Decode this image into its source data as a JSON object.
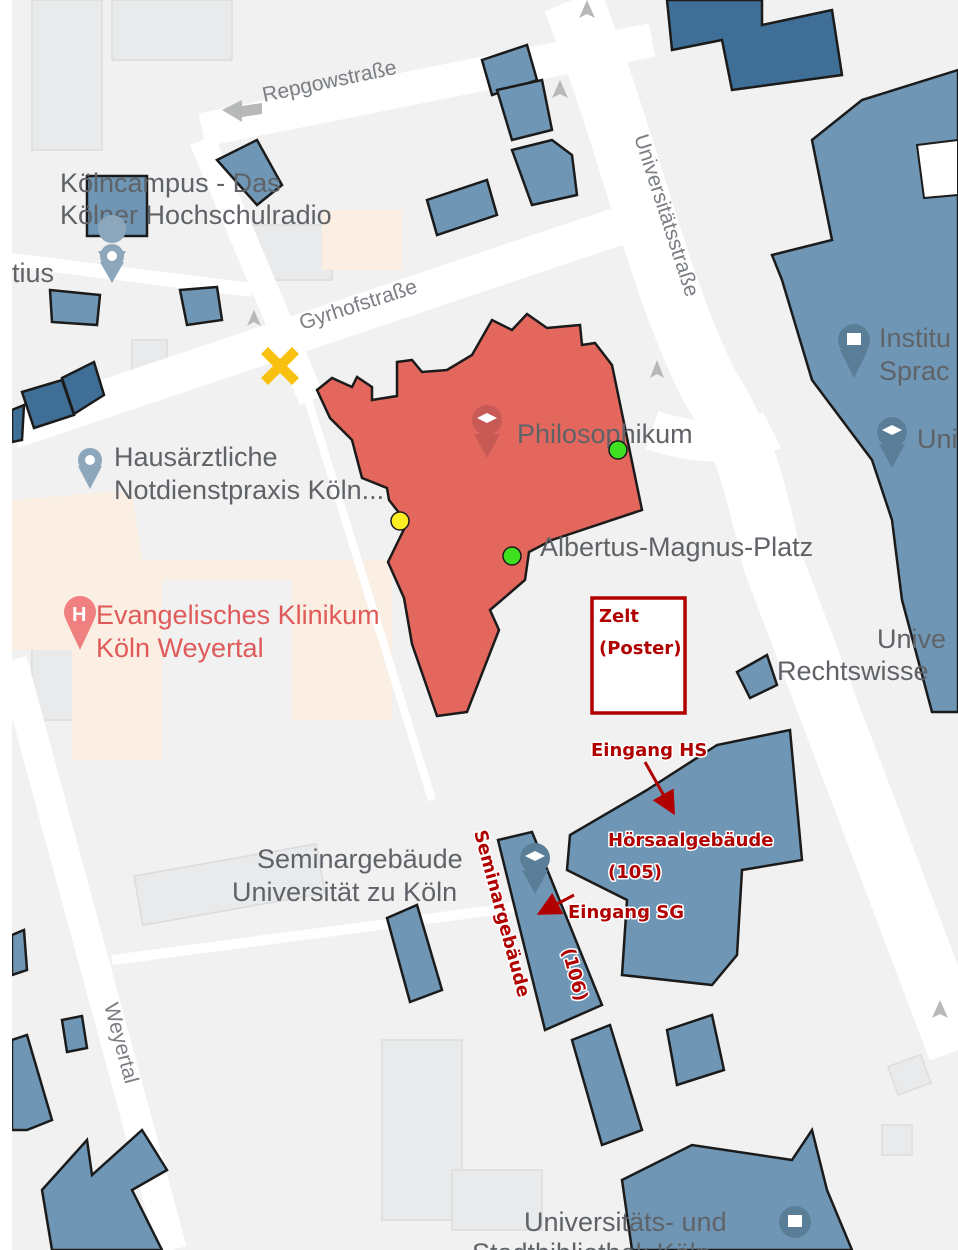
{
  "streets": {
    "repgow": "Repgowstraße",
    "gyrhof": "Gyrhofstraße",
    "universitaet": "Universitätsstraße",
    "weyertal": "Weyertal"
  },
  "places": {
    "koelncampus_1": "Kölncampus - Das",
    "koelncampus_2": "Kölner Hochschulradio",
    "tius": "tius",
    "philosophikum": "Philosophikum",
    "hausarzt_1": "Hausärztliche",
    "hausarzt_2": "Notdienstpraxis Köln...",
    "albertus": "Albertus-Magnus-Platz",
    "klinikum_1": "Evangelisches Klinikum",
    "klinikum_2": "Köln Weyertal",
    "institut_1": "Institu",
    "institut_2": "Sprac",
    "uni": "Uni",
    "rechts_1": "Unive",
    "rechts_2": "Rechtswisse",
    "seminar_1": "Seminargebäude",
    "seminar_2": "Universität zu Köln",
    "ub_1": "Universitäts- und",
    "ub_2": "Stadtbibliothek Köln"
  },
  "annotations": {
    "zelt_1": "Zelt",
    "zelt_2": "(Poster)",
    "eingang_hs": "Eingang HS",
    "hoersaal_1": "Hörsaalgebäude",
    "hoersaal_2": "(105)",
    "eingang_sg": "Eingang SG",
    "seminar_vertical": "Seminargebäude",
    "seminar_num": "(106)"
  },
  "colors": {
    "highlight_building": "#e3675d",
    "building": "#6f97b5",
    "annotation": "#b00000",
    "marker_start": "#f9c10f",
    "entrance_green": "#3fe01f",
    "entrance_yellow": "#ffee22"
  },
  "icons": {
    "start": "x-marker-icon",
    "pin": "map-pin-icon",
    "university": "graduation-cap-icon",
    "hospital": "hospital-h-icon",
    "library": "book-icon"
  }
}
